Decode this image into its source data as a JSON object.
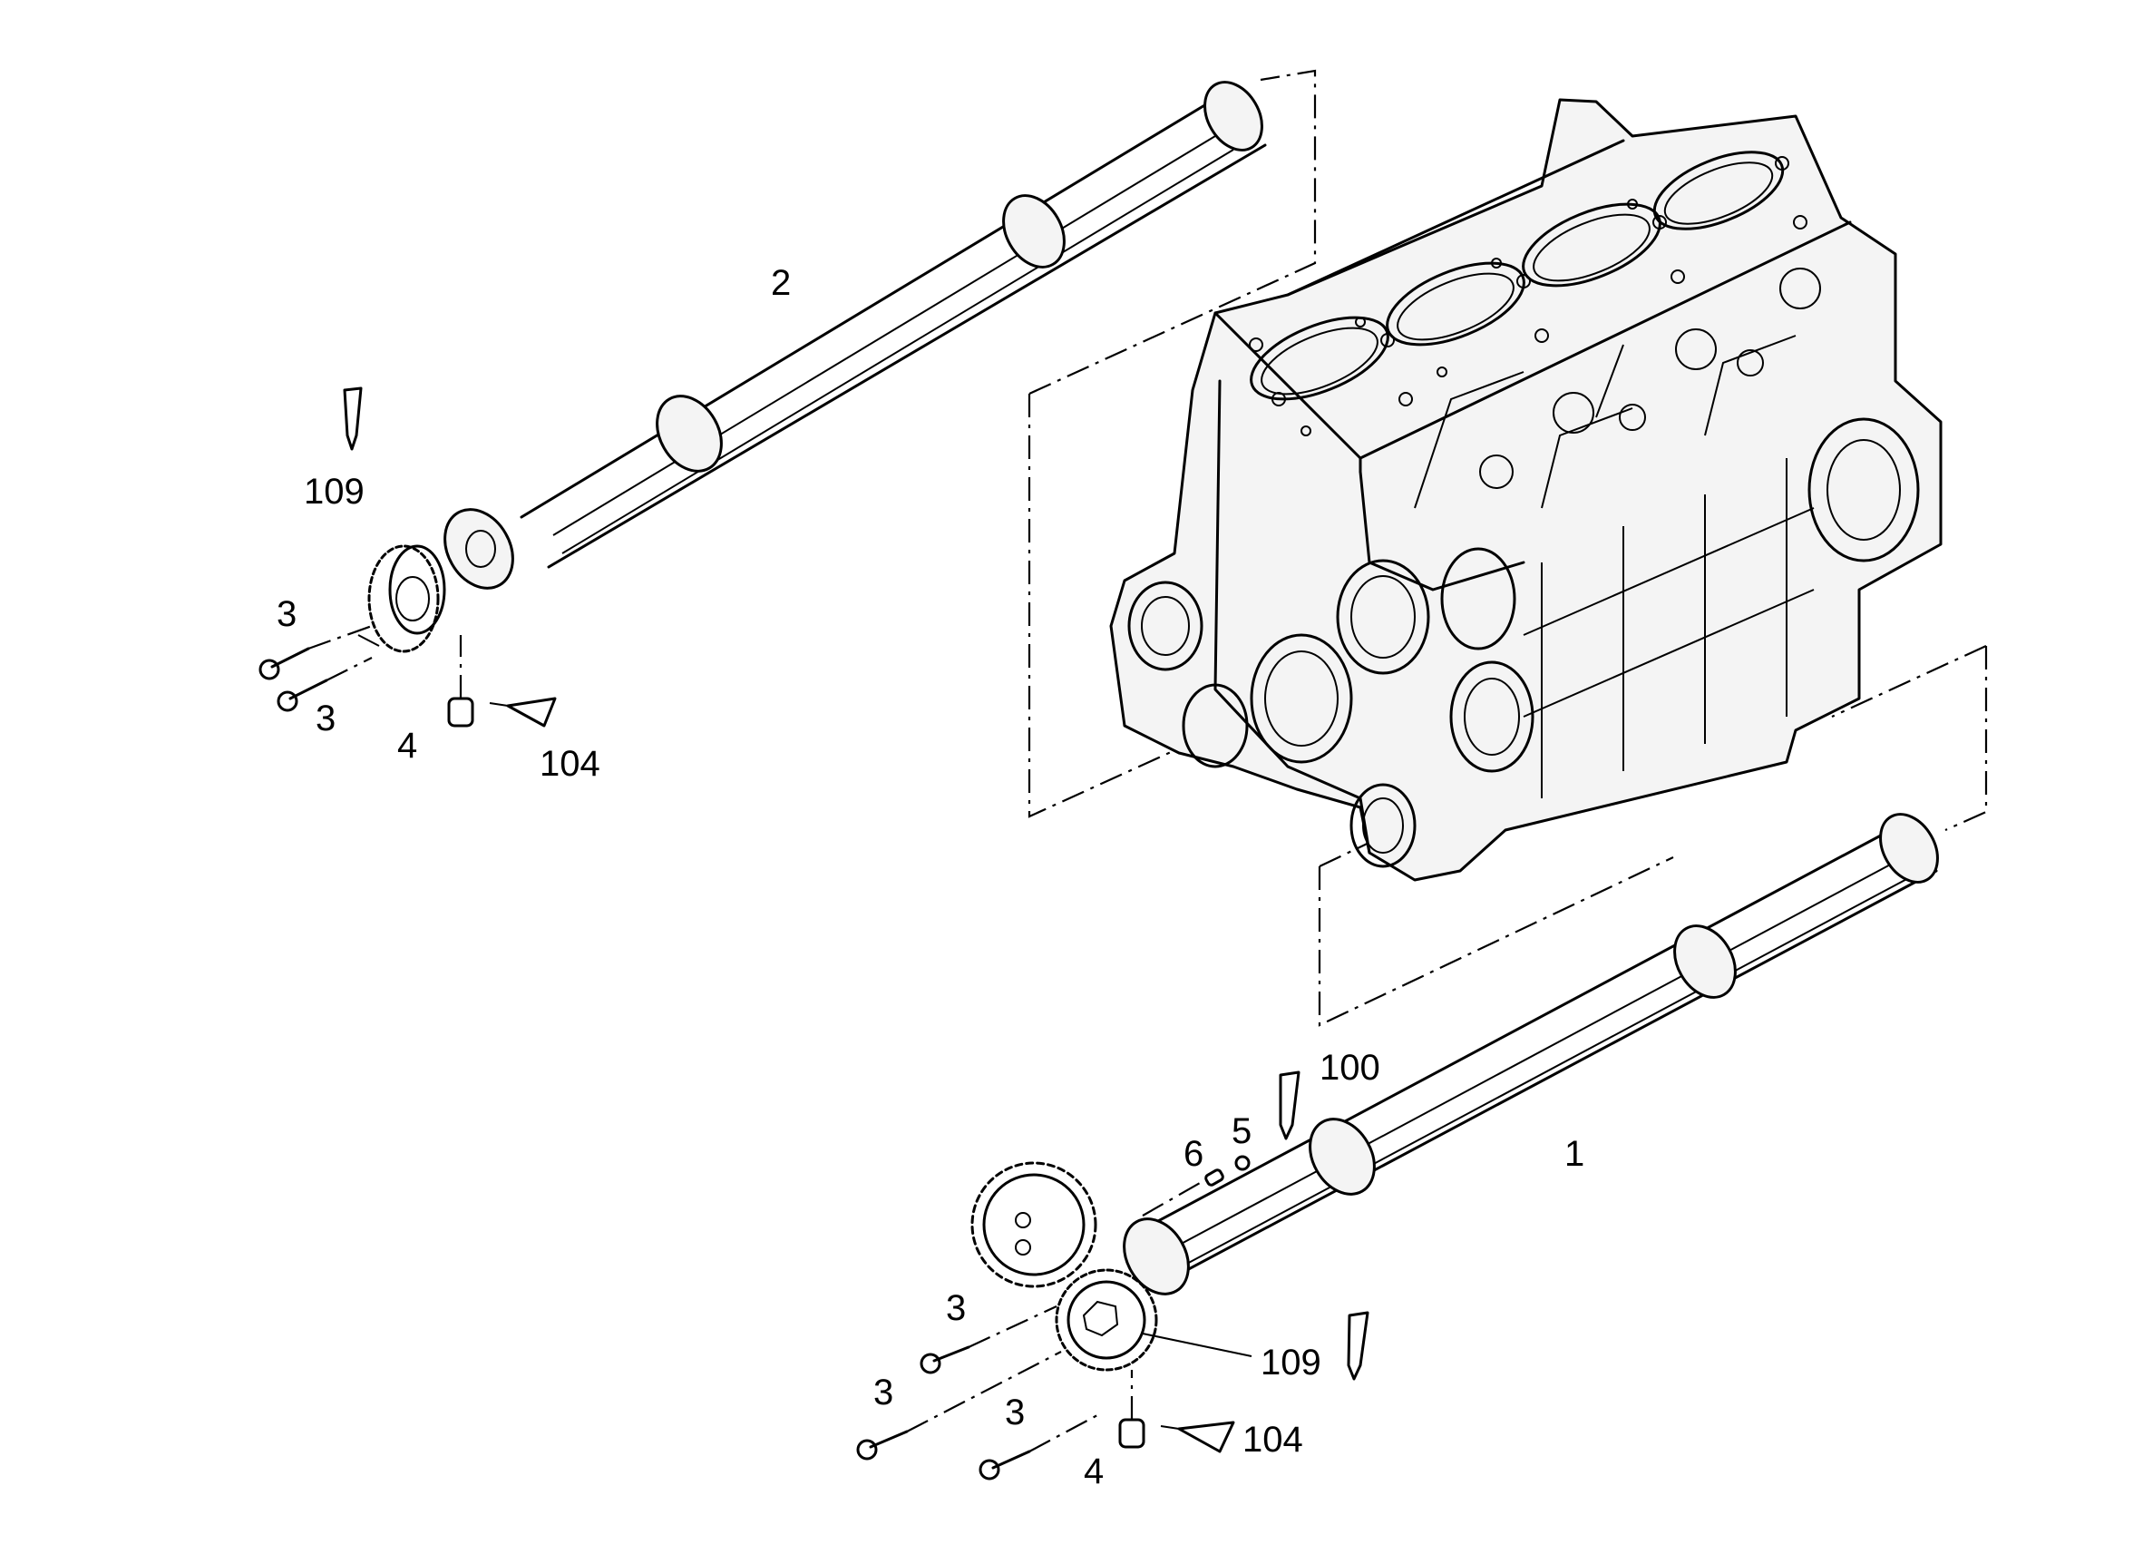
{
  "callouts": {
    "upper_shaft": "2",
    "upper_gear": "109",
    "upper_screw_a": "3",
    "upper_screw_b": "3",
    "upper_plug": "4",
    "upper_sealant": "104",
    "lower_shaft": "1",
    "lower_sealant_top": "100",
    "lower_ring": "5",
    "lower_pin": "6",
    "lower_gear": "109",
    "lower_screw_a": "3",
    "lower_screw_b": "3",
    "lower_screw_c": "3",
    "lower_plug": "4",
    "lower_sealant": "104"
  },
  "icons": [
    "sealant-tube-icon",
    "screw-icon",
    "plug-icon",
    "gear-icon",
    "engine-block-icon"
  ]
}
